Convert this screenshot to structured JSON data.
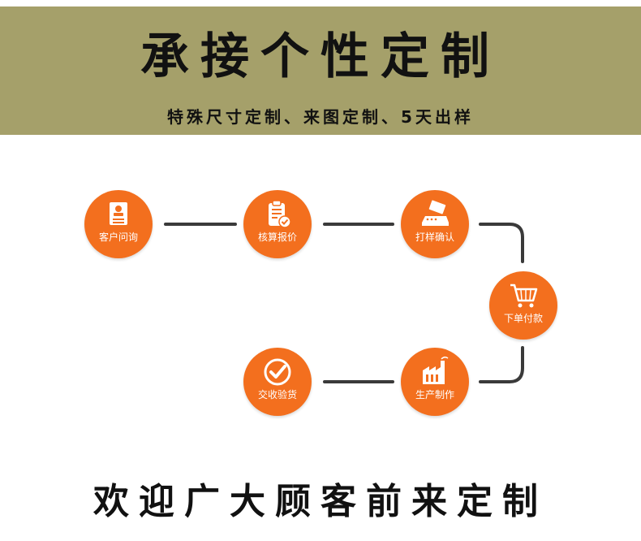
{
  "banner": {
    "title": "承接个性定制",
    "subtitle": "特殊尺寸定制、来图定制、5天出样",
    "background": "#a5a06a"
  },
  "steps": [
    {
      "label": "客户问询",
      "icon": "contact-card-icon"
    },
    {
      "label": "核算报价",
      "icon": "clipboard-check-icon"
    },
    {
      "label": "打样确认",
      "icon": "card-machine-icon"
    },
    {
      "label": "下单付款",
      "icon": "shopping-cart-icon"
    },
    {
      "label": "生产制作",
      "icon": "factory-icon"
    },
    {
      "label": "交收验货",
      "icon": "checkmark-circle-icon"
    }
  ],
  "footer": {
    "text": "欢迎广大顾客前来定制"
  },
  "colors": {
    "step": "#f36f1e",
    "connector": "#3a3a3a"
  }
}
